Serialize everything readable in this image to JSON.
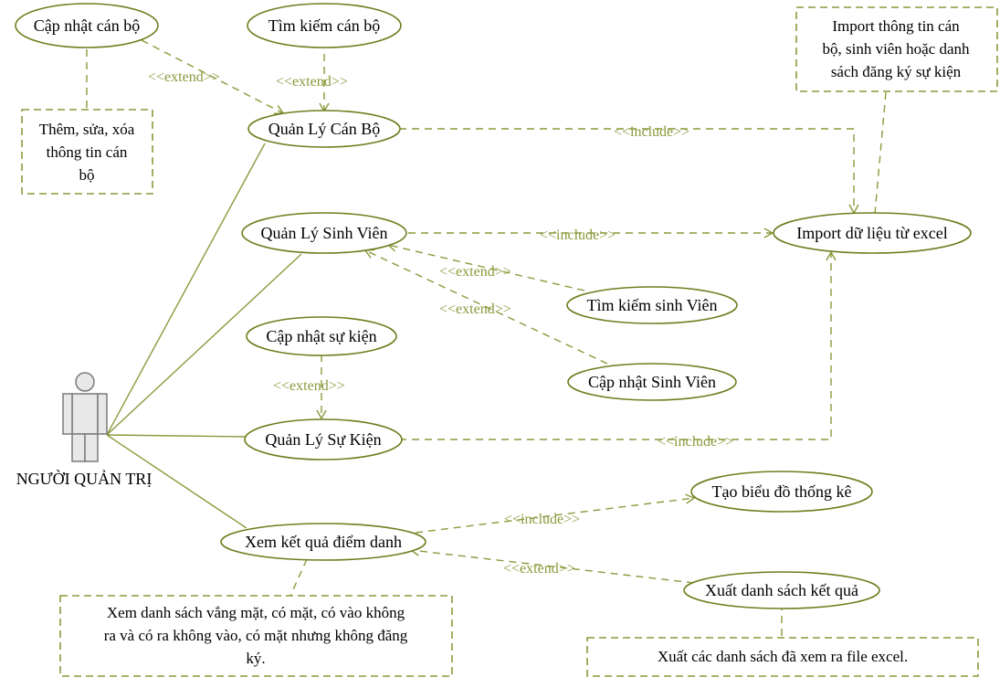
{
  "actor": {
    "label": "NGƯỜI QUẢN TRỊ"
  },
  "use_cases": {
    "cap_nhat_can_bo": "Cập nhật cán bộ",
    "tim_kiem_can_bo": "Tìm kiếm cán bộ",
    "quan_ly_can_bo": "Quản Lý Cán Bộ",
    "quan_ly_sinh_vien": "Quản Lý Sinh Viên",
    "import_excel": "Import dữ liệu từ excel",
    "tim_kiem_sinh_vien": "Tìm kiếm sinh Viên",
    "cap_nhat_su_kien": "Cập nhật sự kiện",
    "cap_nhat_sinh_vien": "Cập nhật Sinh Viên",
    "quan_ly_su_kien": "Quản Lý Sự Kiện",
    "tao_bieu_do": "Tạo biểu đồ thống kê",
    "xem_ket_qua": "Xem kết quả điểm danh",
    "xuat_danh_sach": "Xuất danh sách kết quả"
  },
  "notes": {
    "them_sua_xoa": [
      "Thêm, sửa, xóa",
      "thông tin cán",
      "bộ"
    ],
    "import_info": [
      "Import thông tin cán",
      "bộ, sinh viên hoặc danh",
      "sách đăng ký sự kiện"
    ],
    "xem_danh_sach": [
      "Xem danh sách vắng mặt, có mặt, có vào không",
      "ra và có ra không vào, có mặt nhưng không đăng",
      "ký."
    ],
    "xuat_cac": [
      "Xuất các danh sách đã xem ra file excel."
    ]
  },
  "stereotypes": {
    "extend": "<<extend>>",
    "include": "<<include>>"
  },
  "colors": {
    "line": "#8a9a3c",
    "ellipse_stroke": "#6b7f1e",
    "actor_fill": "#e8e8e8"
  }
}
